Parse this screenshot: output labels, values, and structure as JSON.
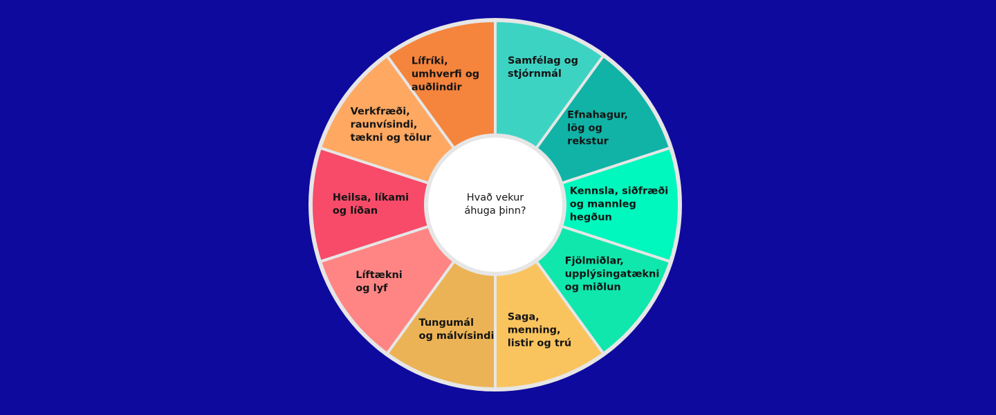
{
  "colors": {
    "background": "#0f0a9e",
    "border": "#e6e6e6",
    "center": "#ffffff"
  },
  "center": {
    "text": "Hvað vekur\náhuga þinn?"
  },
  "segments": [
    {
      "name": "samfelag-og-stjornmal",
      "label": "Samfélag og\nstjórnmál",
      "color": "#3dd3c3"
    },
    {
      "name": "efnahagur-log-og-rekstur",
      "label": "Efnahagur,\nlög og\nrekstur",
      "color": "#11b3a6"
    },
    {
      "name": "kennsla-sidfraedi-og-mannleg-hegdun",
      "label": "Kennsla, siðfræði\nog mannleg\nhegðun",
      "color": "#00f7bd"
    },
    {
      "name": "fjolmidlar-upplysingataekni-og-midlun",
      "label": "Fjölmiðlar,\nupplýsingatækni\nog miðlun",
      "color": "#10e7ad"
    },
    {
      "name": "saga-menning-listir-og-tru",
      "label": "Saga,\nmenning,\nlistir og trú",
      "color": "#f9c45e"
    },
    {
      "name": "tungumal-og-malvisindi",
      "label": "Tungumál\nog málvísindi",
      "color": "#ebb355"
    },
    {
      "name": "liftaekni-og-lyf",
      "label": "Líftækni\nog lyf",
      "color": "#ff8585"
    },
    {
      "name": "heilsa-likami-og-lidan",
      "label": "Heilsa, líkami\nog líðan",
      "color": "#f74b69"
    },
    {
      "name": "verkfraedi-raunvisindi-taekni-og-tolur",
      "label": "Verkfræði,\nraunvísindi,\ntækni og tölur",
      "color": "#ffa862"
    },
    {
      "name": "lifriki-umhverfi-og-audlindir",
      "label": "Lífríki,\numhverfi og\nauðlindir",
      "color": "#f5843d"
    }
  ]
}
